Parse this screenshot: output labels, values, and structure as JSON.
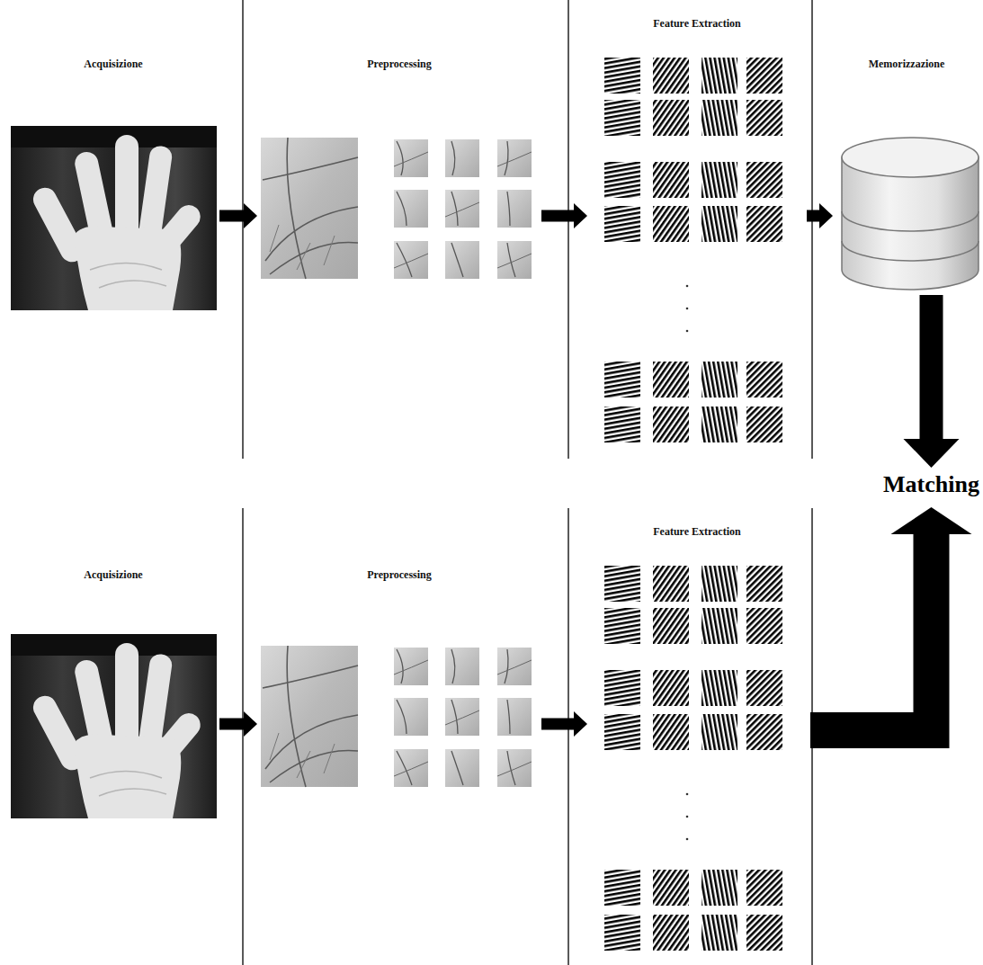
{
  "diagram": {
    "nodes": [
      {
        "text": [
          "Acquisizione"
        ]
      },
      {
        "text": [
          "Preprocessing"
        ]
      },
      {
        "text": [
          "Feature Extraction"
        ]
      },
      {
        "text": [
          "Memorizzazione"
        ]
      },
      {
        "text": [
          "Matching"
        ]
      },
      {
        "text": [
          "Acquisizione"
        ]
      },
      {
        "text": [
          "Preprocessing"
        ]
      },
      {
        "text": [
          "Feature Extraction"
        ]
      }
    ],
    "edges": [
      {
        "from": 0,
        "to": 1,
        "arrow": "to"
      },
      {
        "from": 1,
        "to": 2,
        "arrow": "to"
      },
      {
        "from": 2,
        "to": 3,
        "arrow": "to"
      },
      {
        "from": 3,
        "to": 4,
        "arrow": "to"
      },
      {
        "from": 5,
        "to": 6,
        "arrow": "to"
      },
      {
        "from": 6,
        "to": 7,
        "arrow": "to"
      },
      {
        "from": 7,
        "to": 4,
        "arrow": "to"
      }
    ]
  }
}
